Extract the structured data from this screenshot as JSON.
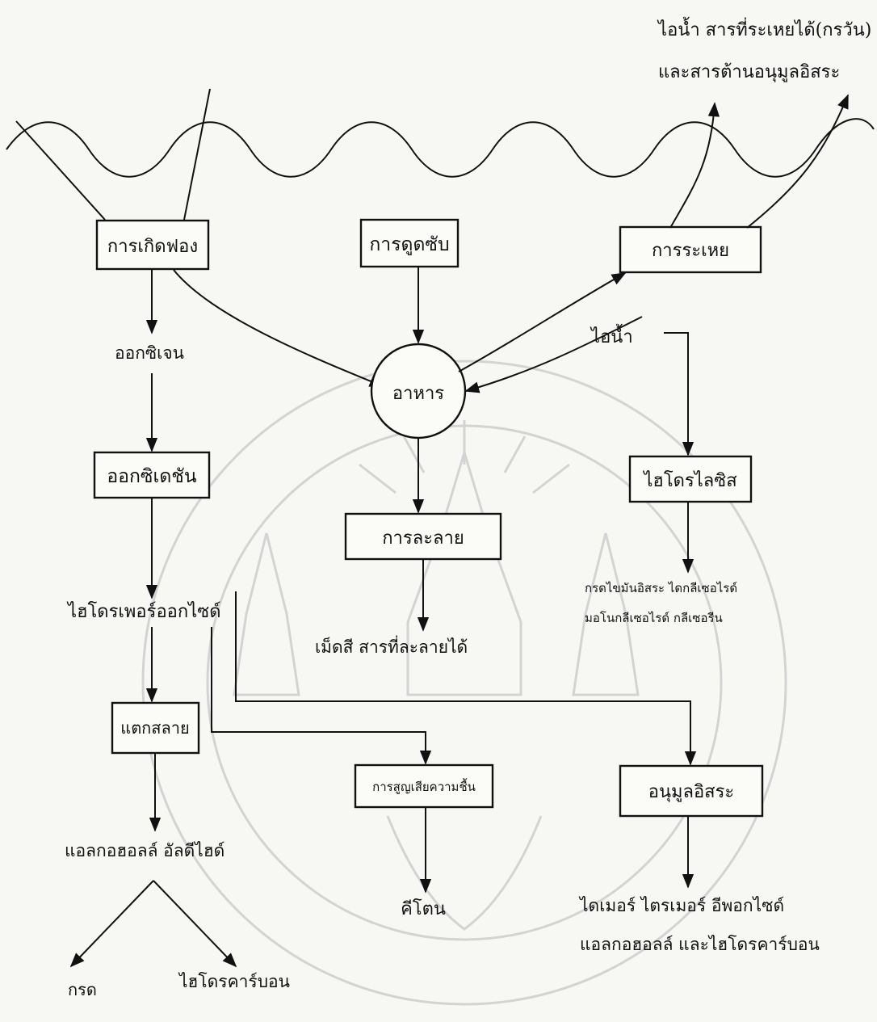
{
  "top_label": {
    "line1": "ไอน้ำ สารที่ระเหยได้(กรวัน)",
    "line2": "และสารต้านอนุมูลอิสระ"
  },
  "boxes": {
    "foaming": "การเกิดฟอง",
    "absorption": "การดูดซับ",
    "evaporation": "การระเหย",
    "oxidation": "ออกซิเดชัน",
    "dissolution": "การละลาย",
    "hydrolysis": "ไฮโดรไลซิส",
    "breakdown": "แตกสลาย",
    "moisture_loss": "การสูญเสียความชื้น",
    "free_radical": "อนุมูลอิสระ"
  },
  "center_circle": "อาหาร",
  "texts": {
    "oxygen": "ออกซิเจน",
    "steam": "ไอน้ำ",
    "hydroperoxide": "ไฮโดรเพอร์ออกไซด์",
    "pigment": "เม็ดสี สารที่ละลายได้",
    "fatty_acids_line1": "กรดไขมันอิสระ ไดกลีเซอไรด์",
    "fatty_acids_line2": "มอโนกลีเซอไรด์ กลีเซอรีน",
    "aldehyde": "แอลกอฮอลล์ อัลดีไฮด์",
    "acid": "กรด",
    "hydrocarbon": "ไฮโดรคาร์บอน",
    "ketone": "คีโตน",
    "polymer_line1": "ไดเมอร์ ไตรเมอร์ อีพอกไซด์",
    "polymer_line2": "แอลกอฮอลล์ และไฮโดรคาร์บอน"
  }
}
